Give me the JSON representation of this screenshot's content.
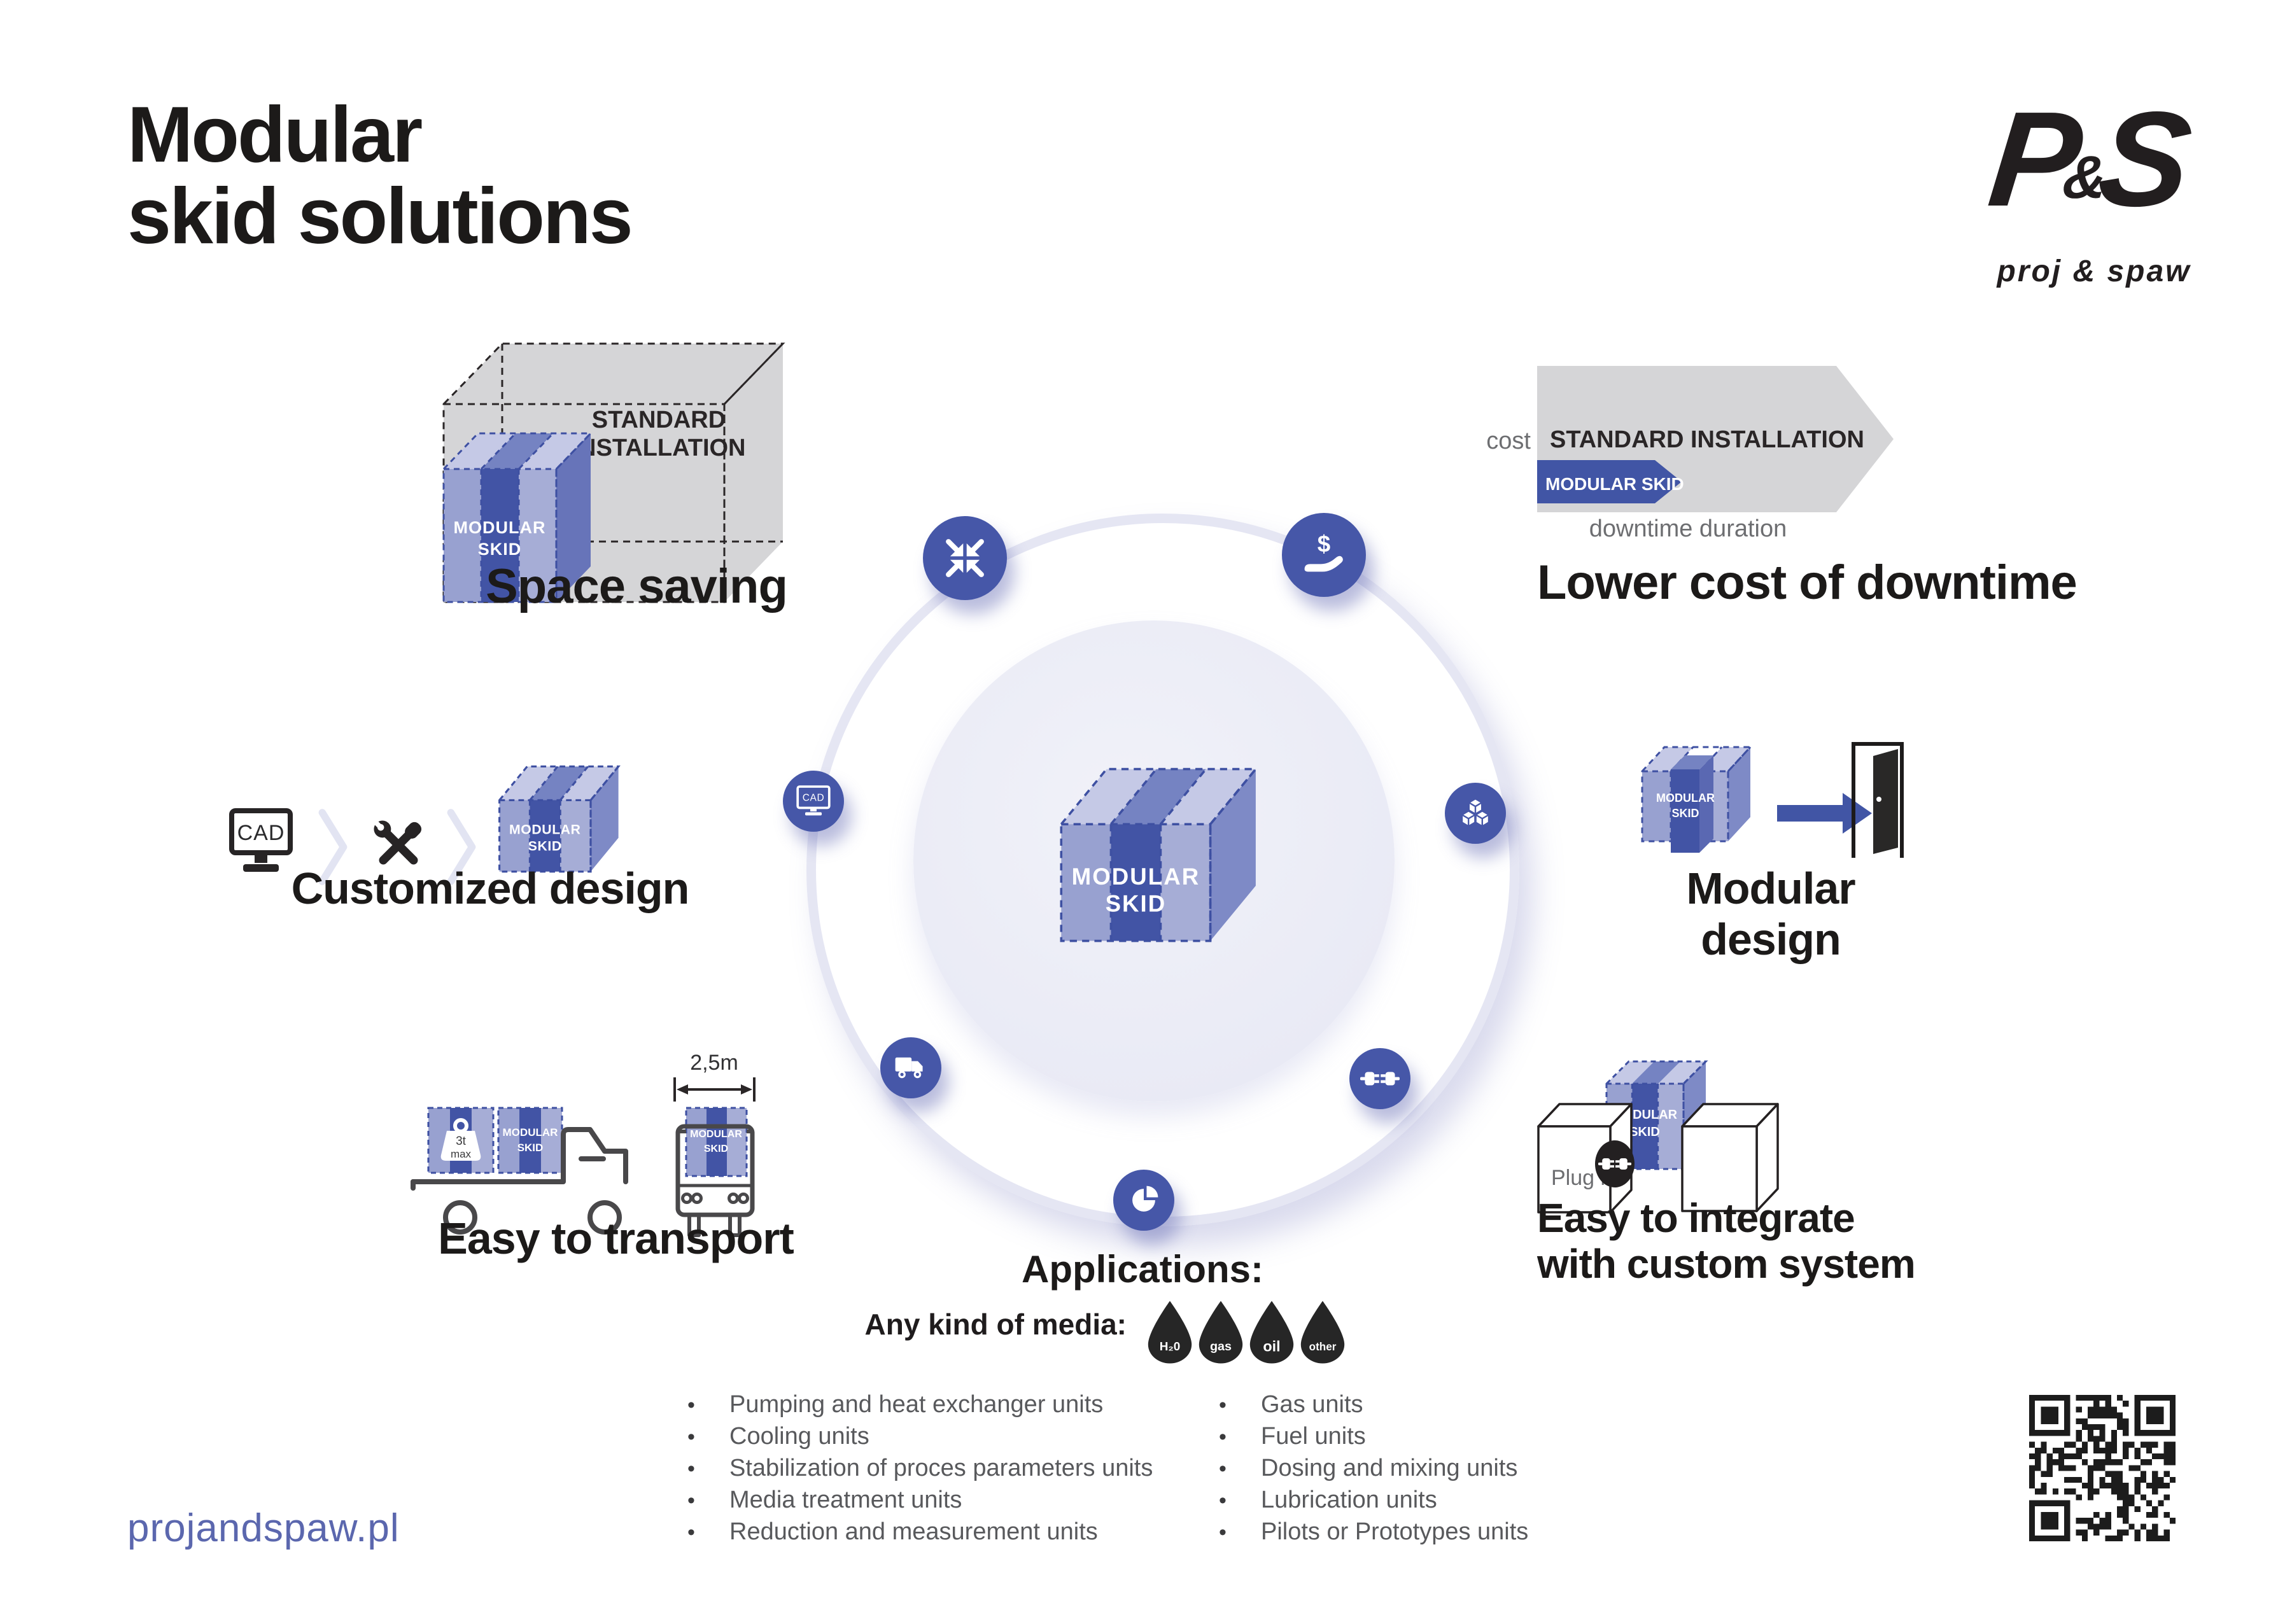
{
  "header": {
    "title_line1": "Modular",
    "title_line2": "skid solutions"
  },
  "logo": {
    "p": "P",
    "amp": "&",
    "s": "S",
    "subtitle": "proj & spaw"
  },
  "hub": {
    "skid_line1": "MODULAR",
    "skid_line2": "SKID"
  },
  "space_saving": {
    "title": "Space saving",
    "standard_line1": "STANDARD",
    "standard_line2": "INSTALLATION",
    "skid_line1": "MODULAR",
    "skid_line2": "SKID"
  },
  "downtime": {
    "title": "Lower cost of downtime",
    "cost_label": "cost",
    "standard_label": "STANDARD INSTALLATION",
    "skid_label": "MODULAR SKID",
    "duration_label": "downtime duration"
  },
  "customized": {
    "title": "Customized design",
    "cad_label": "CAD",
    "skid_line1": "MODULAR",
    "skid_line2": "SKID"
  },
  "modular_design": {
    "title": "Modular design",
    "skid_line1": "MODULAR",
    "skid_line2": "SKID"
  },
  "transport": {
    "title": "Easy to transport",
    "weight_line1": "3t",
    "weight_line2": "max",
    "skid_line1": "MODULAR",
    "skid_line2": "SKID",
    "width_label": "2,5m"
  },
  "integrate": {
    "title_line1": "Easy to integrate",
    "title_line2": "with custom system",
    "plug_label": "Plug in",
    "skid_line1": "MODULAR",
    "skid_line2": "SKID"
  },
  "applications": {
    "title": "Applications:",
    "media_label": "Any kind of media:",
    "media": [
      "H₂0",
      "gas",
      "oil",
      "other"
    ],
    "left_items": [
      "Pumping and heat exchanger units",
      "Cooling units",
      "Stabilization of proces parameters units",
      "Media treatment units",
      "Reduction and measurement units"
    ],
    "right_items": [
      "Gas units",
      "Fuel units",
      "Dosing and mixing units",
      "Lubrication units",
      "Pilots or Prototypes units"
    ]
  },
  "footer": {
    "website": "projandspaw.pl"
  },
  "colors": {
    "accent_blue": "#4657a8",
    "dark_stripe": "#4254a5",
    "light_stripe": "#98a1d0",
    "light_stripe2": "#a6add6",
    "top_light": "#c5c9e6",
    "top_mid": "#7583c2",
    "side_face": "#7e8ac6",
    "pale_lavender": "#e9eaf5",
    "ring": "#e5e6f3",
    "gray_box": "#d5d5d7",
    "text_dark": "#221f20",
    "text_gray": "#6d6e71",
    "website_blue": "#5b67ae"
  }
}
